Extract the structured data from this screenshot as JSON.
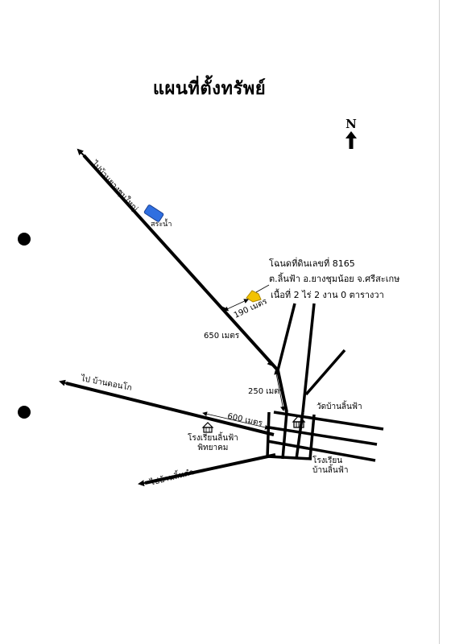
{
  "title": "แผนที่ตั้งทรัพย์",
  "compass": {
    "label": "N"
  },
  "deed": {
    "line1": "โฉนดที่ดินเลขที่ 8165",
    "line2": "ต.ลิ้นฟ้า อ.ยางชุมน้อย จ.ศรีสะเกษ",
    "line3": "เนื้อที่ 2 ไร่ 2 งาน 0 ตารางวา"
  },
  "roads": {
    "to_yang_chum_yai": "ไปบ้านยางชุมใหญ่",
    "to_don_ko": "ไป บ้านดอนโก",
    "to_lin_kham": "ไปบ้านลิ้นคำ"
  },
  "places": {
    "pond": "สระน้ำ",
    "temple": "วัดบ้านลิ้นฟ้า",
    "school_lin_fa_1": "โรงเรียน",
    "school_lin_fa_2": "บ้านลิ้นฟ้า",
    "school_phitthayakhom_1": "โรงเรียนลิ้นฟ้า",
    "school_phitthayakhom_2": "พิทยาคม"
  },
  "distances": {
    "d190": "190 เมตร",
    "d650": "650 เมตร",
    "d250": "250 เมตร",
    "d600": "600 เมตร"
  },
  "colors": {
    "pond": "#2f6fe0",
    "property": "#f2c200",
    "road": "#000000"
  },
  "icons": [
    "north-arrow-icon",
    "temple-icon",
    "school-icon",
    "property-marker-icon",
    "pond-icon"
  ]
}
